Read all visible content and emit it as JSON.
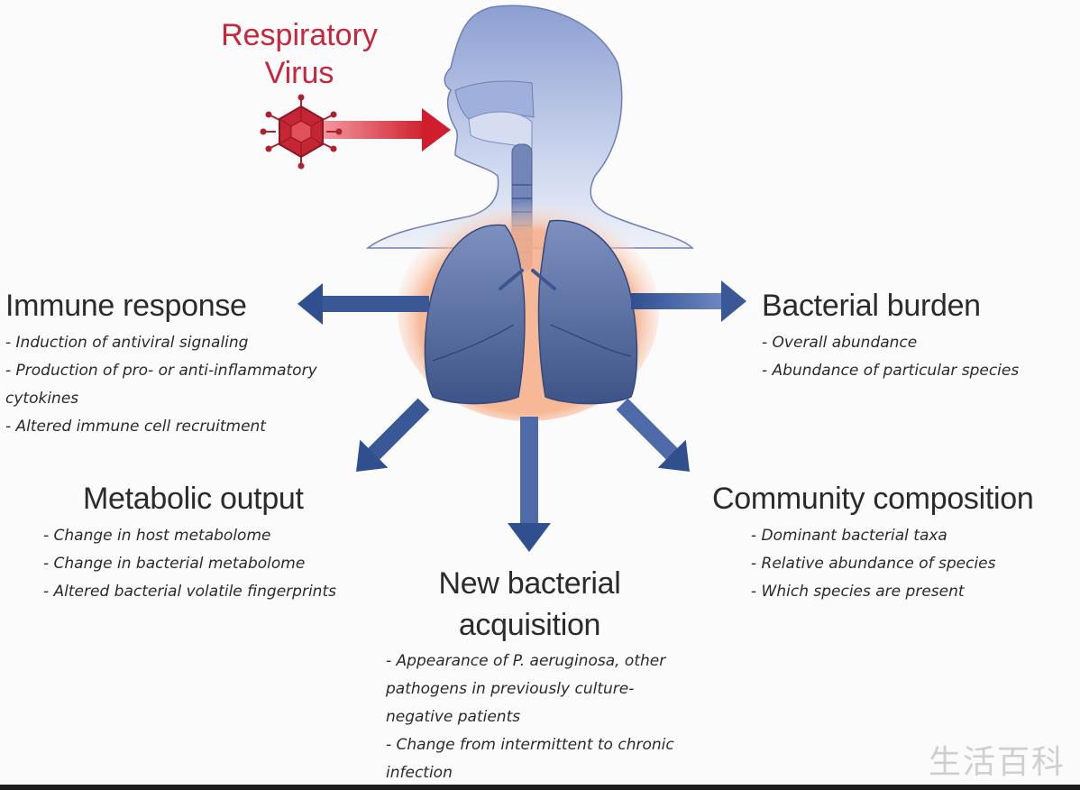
{
  "virus": {
    "label": "Respiratory Virus",
    "icon": "virus-icon",
    "color": "#c8263a"
  },
  "outcomes": {
    "immune": {
      "title": "Immune response",
      "items": [
        "- Induction of antiviral signaling",
        "- Production of pro- or anti-inflammatory cytokines",
        "- Altered immune cell recruitment"
      ]
    },
    "bacterial_burden": {
      "title": "Bacterial burden",
      "items": [
        "- Overall abundance",
        "- Abundance of particular species"
      ]
    },
    "metabolic": {
      "title": "Metabolic output",
      "items": [
        "- Change in host metabolome",
        "- Change in bacterial metabolome",
        "- Altered bacterial volatile fingerprints"
      ]
    },
    "community": {
      "title": "Community composition",
      "items": [
        "- Dominant bacterial taxa",
        "- Relative abundance of species",
        "- Which species are present"
      ]
    },
    "acquisition": {
      "title": "New bacterial acquisition",
      "items": [
        "- Appearance of P. aeruginosa, other pathogens in previously culture-negative patients",
        "- Change from intermittent to chronic infection"
      ]
    }
  },
  "watermark": "生活百科",
  "colors": {
    "arrow": "#2f4f8f",
    "virus_arrow": "#d52b35",
    "body": "#a9b7dc",
    "lung": "#4f6699",
    "glow": "#f4a27a"
  }
}
